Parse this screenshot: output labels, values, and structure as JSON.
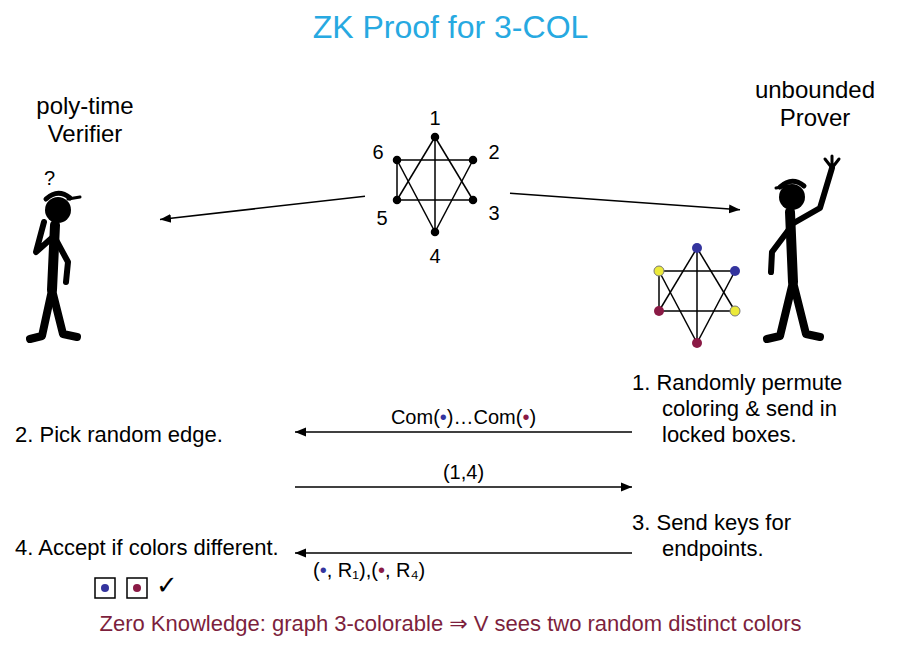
{
  "diagram": {
    "title": "ZK Proof for 3-COL",
    "caption": "Zero Knowledge: graph 3-colorable ⇒ V sees two random distinct colors",
    "nodes": [
      {
        "text": [
          "poly-time Verifier"
        ]
      },
      {
        "text": [
          "1",
          "6",
          "2",
          "5",
          "3",
          "4"
        ]
      },
      {
        "text": [
          "unbounded Prover"
        ]
      },
      {
        "text": [
          "1. Randomly permute coloring & send in locked boxes."
        ]
      },
      {
        "text": [
          "2. Pick random edge."
        ]
      },
      {
        "text": [
          "3. Send keys for endpoints."
        ]
      },
      {
        "text": [
          "4. Accept if colors different."
        ]
      }
    ],
    "edges": [
      {
        "from": 1,
        "to": 0,
        "arrow": "to"
      },
      {
        "from": 1,
        "to": 2,
        "arrow": "to"
      },
      {
        "from": 3,
        "to": 4,
        "arrow": "to",
        "label": "Com(•)…Com(•)"
      },
      {
        "from": 4,
        "to": 5,
        "arrow": "to",
        "label": "(1,4)"
      },
      {
        "from": 5,
        "to": 6,
        "arrow": "to",
        "label": "(•, R₁),(•, R₄)"
      }
    ],
    "labels": [
      "?",
      "✓"
    ]
  }
}
